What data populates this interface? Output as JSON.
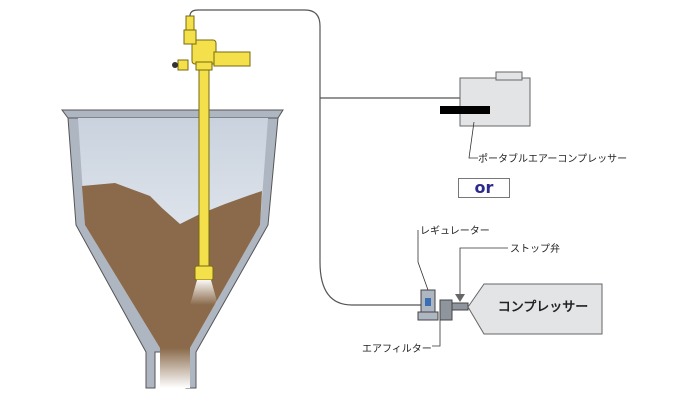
{
  "labels": {
    "portable_compressor": "ポータブルエアーコンプレッサー",
    "or": "or",
    "regulator": "レギュレーター",
    "stop_valve": "ストップ弁",
    "air_filter": "エアフィルター",
    "compressor": "コンプレッサー"
  },
  "colors": {
    "powder": "#8a6a4a",
    "lance": "#f3e04a",
    "hopper_steel": "#aeb6c2",
    "or_text": "#2c2a8c"
  }
}
